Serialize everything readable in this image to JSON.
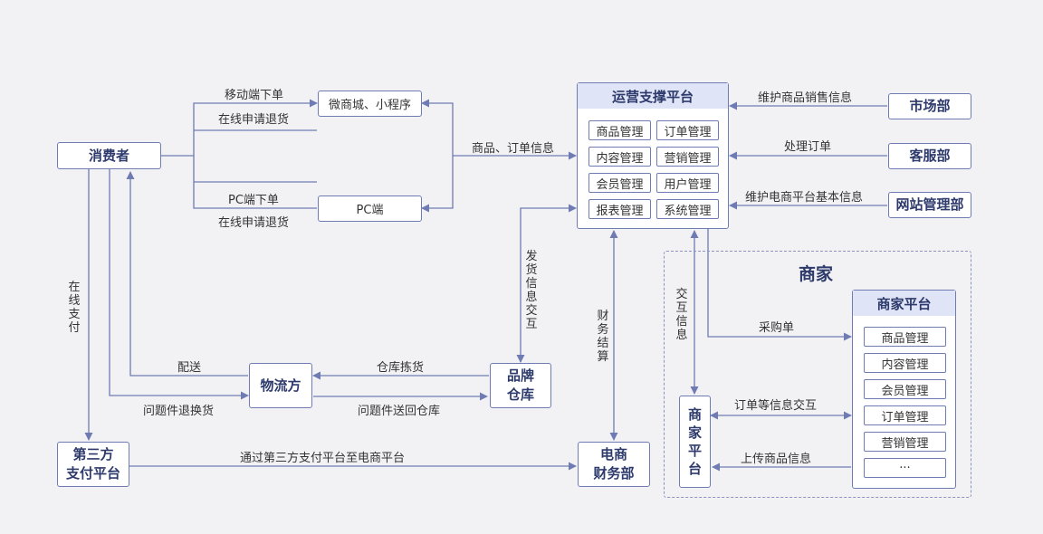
{
  "nodes": {
    "consumer": "消费者",
    "wechat_mall": "微商城、小程序",
    "pc_end": "PC端",
    "third_pay": [
      "第三方",
      "支付平台"
    ],
    "logistics": "物流方",
    "warehouse": [
      "品牌",
      "仓库"
    ],
    "finance": [
      "电商",
      "财务部"
    ],
    "market": "市场部",
    "service": "客服部",
    "webadmin": "网站管理部",
    "merchant_platform_node": "商家平台"
  },
  "ops_platform": {
    "title": "运营支撑平台",
    "modules": [
      "商品管理",
      "订单管理",
      "内容管理",
      "营销管理",
      "会员管理",
      "用户管理",
      "报表管理",
      "系统管理"
    ]
  },
  "merchant_group": {
    "title": "商家",
    "platform_title": "商家平台",
    "modules": [
      "商品管理",
      "内容管理",
      "会员管理",
      "订单管理",
      "营销管理",
      "···"
    ]
  },
  "edge_labels": {
    "mobile_order": "移动端下单",
    "mobile_return": "在线申请退货",
    "pc_order": "PC端下单",
    "pc_return": "在线申请退货",
    "goods_order_info": "商品、订单信息",
    "maintain_sales": "维护商品销售信息",
    "handle_orders": "处理订单",
    "maintain_basic": "维护电商平台基本信息",
    "online_pay": "在线支付",
    "delivery": "配送",
    "problem_return": "问题件退换货",
    "warehouse_pick": "仓库拣货",
    "problem_back": "问题件送回仓库",
    "ship_info": "发货信息交互",
    "finance_settle": "财务结算",
    "interact_info": "交互信息",
    "purchase_order": "采购单",
    "order_interact": "订单等信息交互",
    "upload_goods": "上传商品信息",
    "third_to_finance": "通过第三方支付平台至电商平台"
  }
}
